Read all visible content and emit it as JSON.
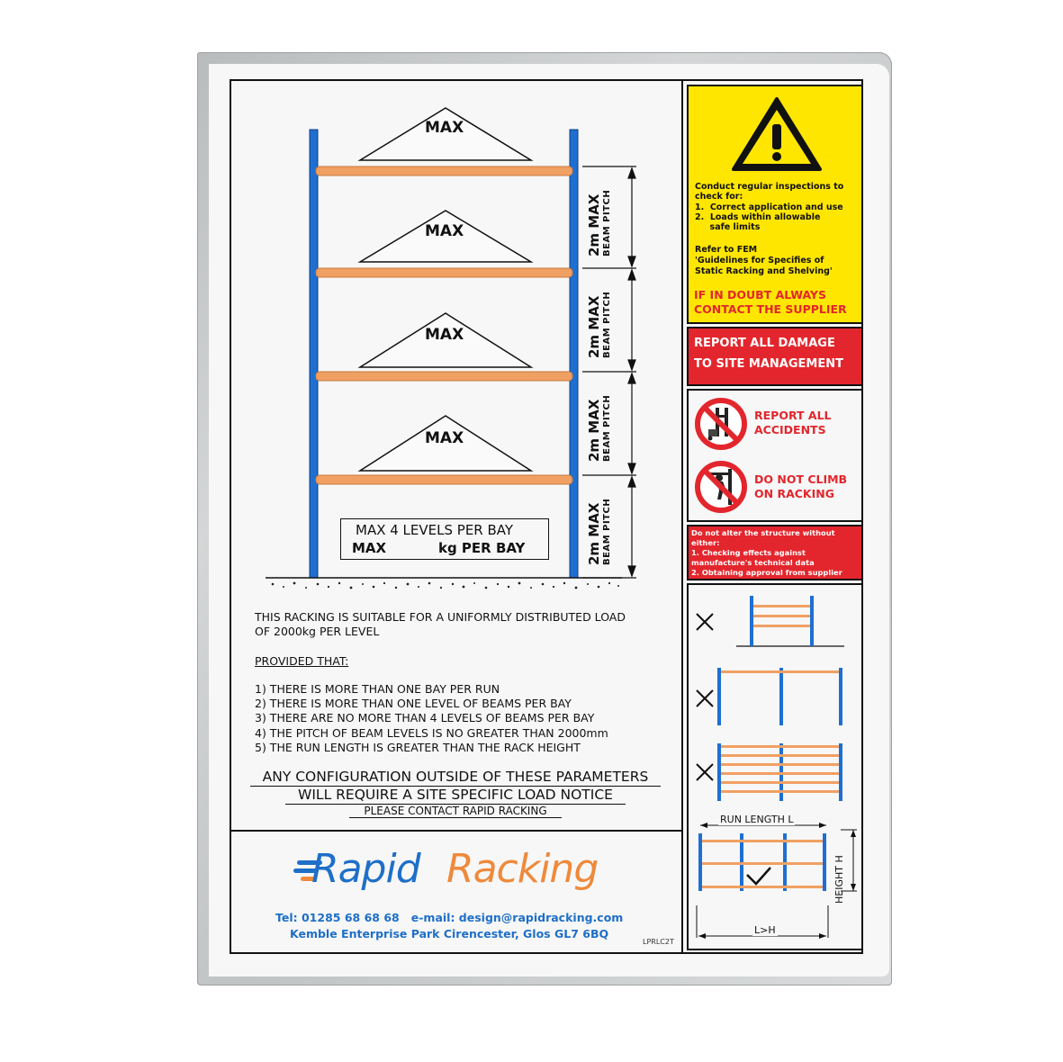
{
  "rack_diagram": {
    "triangle_label": "MAX",
    "beam_pitch_value": "2m MAX",
    "beam_pitch_label": "BEAM PITCH",
    "levels_line": "MAX 4 LEVELS PER BAY",
    "kg_line_prefix": "MAX",
    "kg_line_suffix": "kg PER BAY",
    "colors": {
      "upright": "#1f6fd1",
      "beam": "#f0a063"
    }
  },
  "notice": {
    "intro_line1": "THIS RACKING IS SUITABLE FOR A UNIFORMLY DISTRIBUTED LOAD",
    "intro_line2": "OF 2000kg PER LEVEL",
    "provided_that": "PROVIDED THAT:",
    "conditions": [
      "1) THERE IS MORE THAN ONE BAY PER RUN",
      "2) THERE IS MORE THAN ONE LEVEL OF BEAMS PER BAY",
      "3) THERE ARE NO MORE THAN 4 LEVELS OF BEAMS PER BAY",
      "4) THE PITCH OF BEAM LEVELS IS NO GREATER THAN 2000mm",
      "5) THE RUN LENGTH IS GREATER THAN THE RACK HEIGHT"
    ],
    "warning_line1": "ANY CONFIGURATION OUTSIDE OF THESE PARAMETERS",
    "warning_line2": "WILL REQUIRE A SITE SPECIFIC LOAD NOTICE",
    "contact_line": "PLEASE CONTACT RAPID RACKING"
  },
  "footer": {
    "logo_part1": "Rapid",
    "logo_part2": "Racking",
    "tel_email": "Tel: 01285 68 68 68   e-mail: design@rapidracking.com",
    "address": "Kemble Enterprise Park Cirencester, Glos GL7 6BQ",
    "code": "LPRLC2T",
    "colors": {
      "blue": "#1e6fc8",
      "orange": "#ee8a3c"
    }
  },
  "side": {
    "inspection_lines": [
      "Conduct regular inspections to",
      "check for:",
      "1.  Correct application and use",
      "2.  Loads within allowable",
      "     safe limits"
    ],
    "refer_lines": [
      "Refer to FEM",
      "'Guidelines for Specifies of",
      "Static Racking and Shelving'"
    ],
    "doubt_line1": "IF IN DOUBT ALWAYS",
    "doubt_line2": "CONTACT THE SUPPLIER",
    "damage_line1": "REPORT ALL DAMAGE",
    "damage_line2": "TO SITE MANAGEMENT",
    "accidents_line1": "REPORT ALL",
    "accidents_line2": "ACCIDENTS",
    "climb_line1": "DO NOT CLIMB",
    "climb_line2": "ON RACKING",
    "alter_lines": [
      "Do not alter the structure without",
      "either:",
      "1. Checking effects against",
      "manufacture's technical data",
      "2. Obtaining approval from supplier"
    ],
    "run_length_label": "RUN LENGTH L",
    "height_label": "HEIGHT H",
    "rule_label": "L>H",
    "colors": {
      "yellow": "#ffe600",
      "red": "#e3262d"
    }
  }
}
